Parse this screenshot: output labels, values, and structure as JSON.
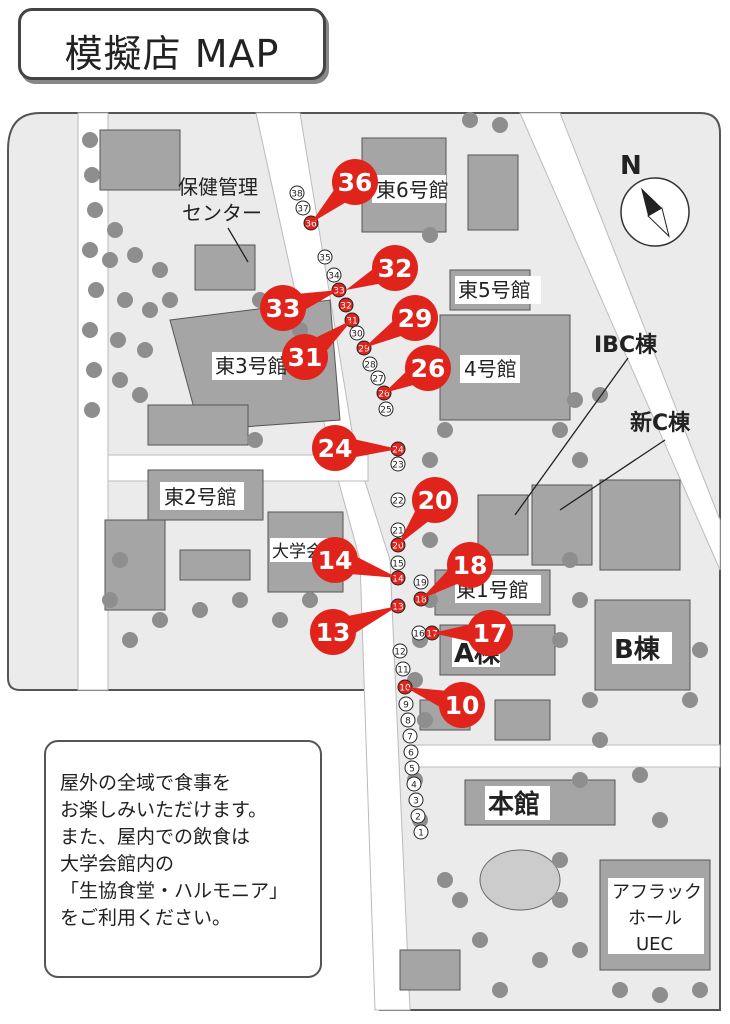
{
  "title": "模擬店 MAP",
  "compass_letter": "N",
  "buildings": {
    "east6": "東6号館",
    "east5": "東5号館",
    "east4": "4号館",
    "east3": "東3号館",
    "east2": "東2号館",
    "east1": "東1号館",
    "health_center_line1": "保健管理",
    "health_center_line2": "センター",
    "daigaku_kaikan": "大学会",
    "ibc": "IBC棟",
    "shin_c": "新C棟",
    "a": "A棟",
    "b": "B棟",
    "honkan": "本館",
    "aflac_line1": "アフラック",
    "aflac_line2": "ホール",
    "aflac_line3": "UEC"
  },
  "colors": {
    "pin": "#e0241b",
    "building": "#9a9a9a",
    "building_light": "#c8c8c8",
    "tree": "#8c8c8c",
    "road": "#ffffff",
    "ground": "#e6e6e6"
  },
  "pins": [
    "36",
    "32",
    "33",
    "29",
    "31",
    "26",
    "24",
    "20",
    "14",
    "18",
    "13",
    "17",
    "10"
  ],
  "stalls": [
    "38",
    "37",
    "36",
    "35",
    "34",
    "33",
    "32",
    "31",
    "30",
    "29",
    "28",
    "27",
    "26",
    "25",
    "24",
    "23",
    "22",
    "21",
    "20",
    "15",
    "14",
    "19",
    "18",
    "13",
    "16",
    "17",
    "12",
    "11",
    "10",
    "9",
    "8",
    "7",
    "6",
    "5",
    "4",
    "3",
    "2",
    "1"
  ],
  "note": {
    "lines": [
      "屋外の全域で食事を",
      "お楽しみいただけます。",
      "また、屋内での飲食は",
      "大学会館内の",
      "「生協食堂・ハルモニア」",
      "をご利用ください。"
    ]
  }
}
